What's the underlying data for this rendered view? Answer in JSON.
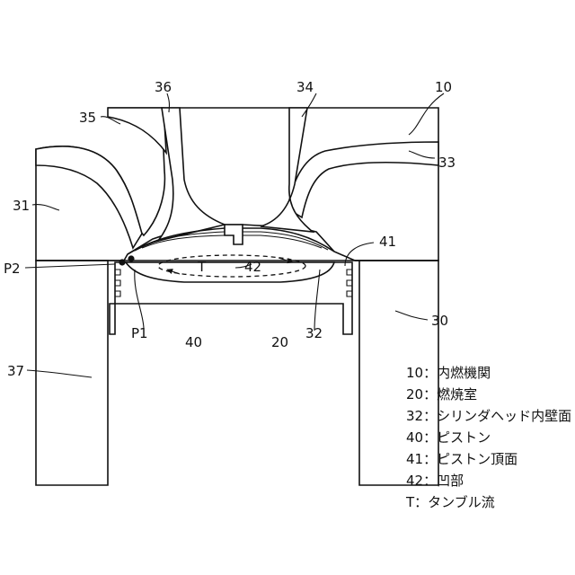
{
  "labels": {
    "engine": "10",
    "chamber": "20",
    "intake_port": "31",
    "head_wall": "32",
    "exhaust_port": "33",
    "exhaust_valve": "34",
    "spark_plug": "35",
    "intake_valve": "36",
    "cylinder_wall": "37",
    "piston": "40",
    "piston_top": "41",
    "recess": "42",
    "block": "30",
    "p1": "P1",
    "p2": "P2",
    "tumble": "T"
  },
  "legend": [
    "10：内燃機関",
    "20：燃焼室",
    "32：シリンダヘッド内壁面",
    "40：ピストン",
    "41：ピストン頂面",
    "42：凹部",
    "T：タンブル流"
  ]
}
